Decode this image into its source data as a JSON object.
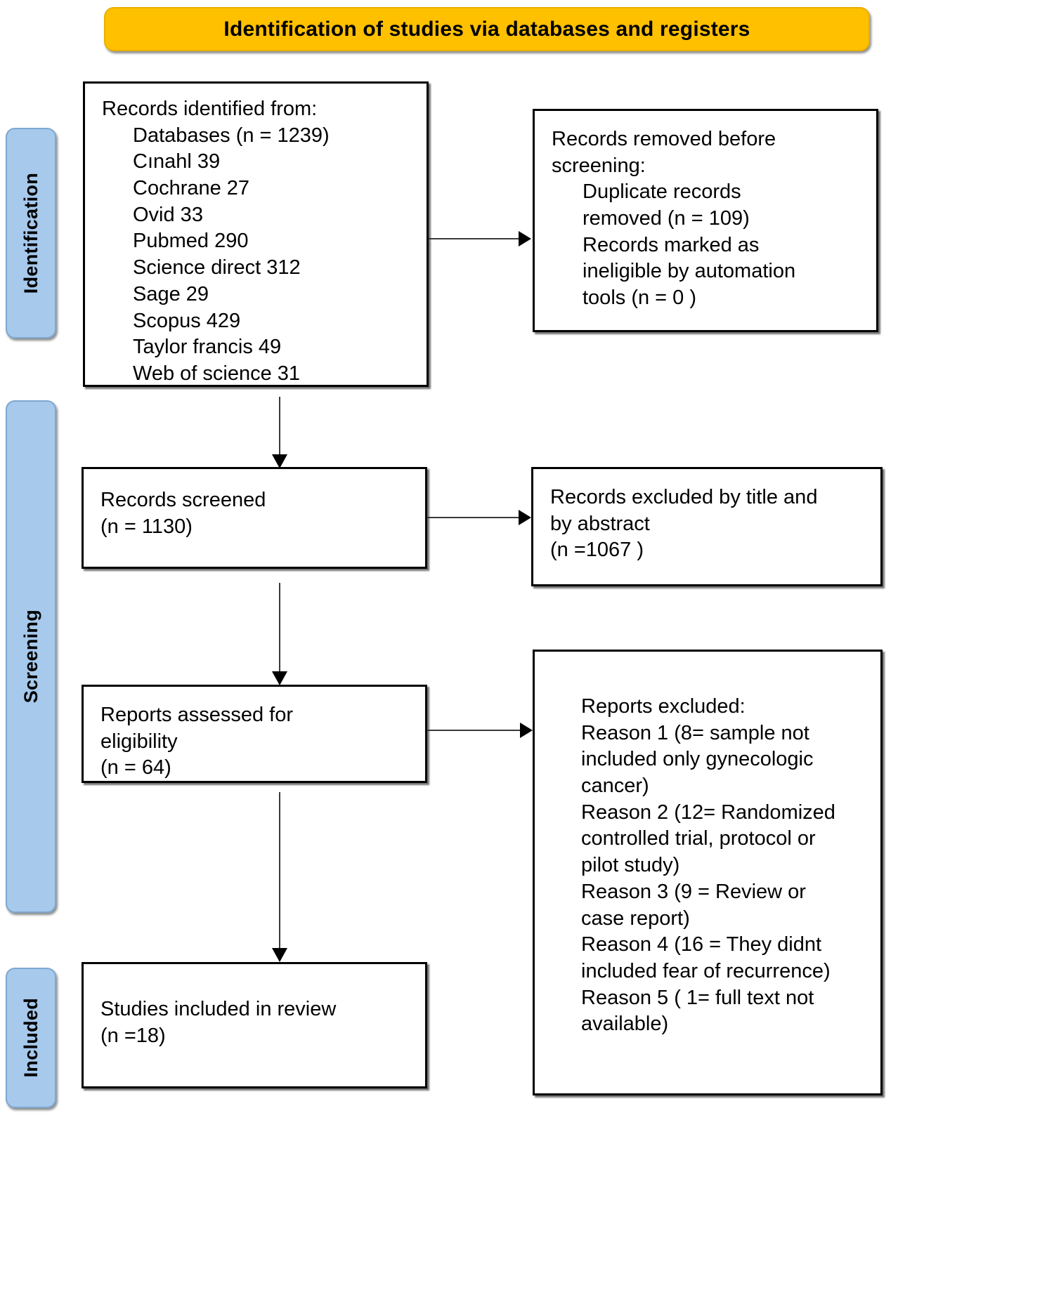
{
  "banner": {
    "title": "Identification of studies via databases and registers"
  },
  "stages": [
    {
      "id": "identification",
      "label": "Identification"
    },
    {
      "id": "screening",
      "label": "Screening"
    },
    {
      "id": "included",
      "label": "Included"
    }
  ],
  "boxes": {
    "identified": {
      "name": "records-identified-box",
      "lines": [
        {
          "text": "Records identified from:",
          "indent": false
        },
        {
          "text": "Databases (n = 1239)",
          "indent": true
        },
        {
          "text": "Cınahl 39",
          "indent": true
        },
        {
          "text": "Cochrane 27",
          "indent": true
        },
        {
          "text": "Ovid 33",
          "indent": true
        },
        {
          "text": "Pubmed 290",
          "indent": true
        },
        {
          "text": "Science direct 312",
          "indent": true
        },
        {
          "text": "Sage 29",
          "indent": true
        },
        {
          "text": "Scopus 429",
          "indent": true
        },
        {
          "text": "Taylor francis 49",
          "indent": true
        },
        {
          "text": "Web of science 31",
          "indent": true
        }
      ]
    },
    "removed": {
      "name": "records-removed-box",
      "lines": [
        {
          "text": "Records removed before",
          "indent": false
        },
        {
          "text": "screening:",
          "indent": false
        },
        {
          "text": "Duplicate records",
          "indent": true
        },
        {
          "text": "removed (n = 109)",
          "indent": true
        },
        {
          "text": "Records marked as",
          "indent": true
        },
        {
          "text": "ineligible by automation",
          "indent": true
        },
        {
          "text": "tools (n = 0 )",
          "indent": true
        }
      ]
    },
    "screened": {
      "name": "records-screened-box",
      "lines": [
        {
          "text": "Records screened",
          "indent": false
        },
        {
          "text": "(n = 1130)",
          "indent": false
        }
      ]
    },
    "excluded": {
      "name": "records-excluded-box",
      "lines": [
        {
          "text": "Records excluded by title and",
          "indent": false
        },
        {
          "text": "by abstract",
          "indent": false
        },
        {
          "text": "(n =1067 )",
          "indent": false
        }
      ]
    },
    "eligibility": {
      "name": "reports-assessed-box",
      "lines": [
        {
          "text": "Reports assessed for",
          "indent": false
        },
        {
          "text": "eligibility",
          "indent": false
        },
        {
          "text": "(n = 64)",
          "indent": false
        }
      ]
    },
    "reports_excluded": {
      "name": "reports-excluded-box",
      "lines": [
        {
          "text": "Reports excluded:",
          "indent": false
        },
        {
          "text": "Reason 1 (8= sample not",
          "indent": false
        },
        {
          "text": "included only gynecologic",
          "indent": false
        },
        {
          "text": "cancer)",
          "indent": false
        },
        {
          "text": "Reason 2 (12= Randomized",
          "indent": false
        },
        {
          "text": "controlled trial, protocol or",
          "indent": false
        },
        {
          "text": "pilot study)",
          "indent": false
        },
        {
          "text": "Reason 3 (9 = Review or",
          "indent": false
        },
        {
          "text": "case report)",
          "indent": false
        },
        {
          "text": "Reason 4 (16 = They didnt",
          "indent": false
        },
        {
          "text": "included fear of recurrence)",
          "indent": false
        },
        {
          "text": "Reason 5 ( 1= full text not",
          "indent": false
        },
        {
          "text": "available)",
          "indent": false
        }
      ]
    },
    "included": {
      "name": "studies-included-box",
      "lines": [
        {
          "text": "Studies included in review",
          "indent": false
        },
        {
          "text": "(n =18)",
          "indent": false
        }
      ]
    }
  },
  "colors": {
    "banner_fill": "#FFC000",
    "stage_fill": "#A6C9EC",
    "box_border": "#000000",
    "text": "#000000",
    "connector": "#3A3A3A"
  }
}
